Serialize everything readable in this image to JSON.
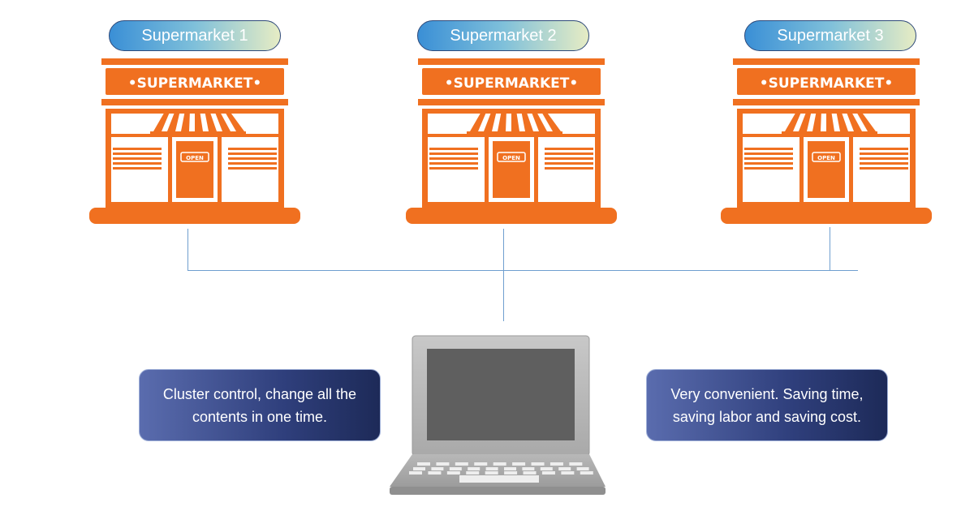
{
  "stores": [
    {
      "label": "Supermarket 1",
      "sign": "SUPERMARKET",
      "door": "OPEN"
    },
    {
      "label": "Supermarket 2",
      "sign": "SUPERMARKET",
      "door": "OPEN"
    },
    {
      "label": "Supermarket 3",
      "sign": "SUPERMARKET",
      "door": "OPEN"
    }
  ],
  "notes": {
    "left": "Cluster control, change all the contents in one time.",
    "right": "Very convenient. Saving time, saving labor and saving cost."
  },
  "colors": {
    "store": "#f07020",
    "connector": "#6f9fcf",
    "note_bg": "#2f3f7c",
    "laptop": "#a8a8a8",
    "screen": "#5f5f5f"
  },
  "icons": {
    "store": "storefront-icon",
    "computer": "laptop-icon"
  }
}
